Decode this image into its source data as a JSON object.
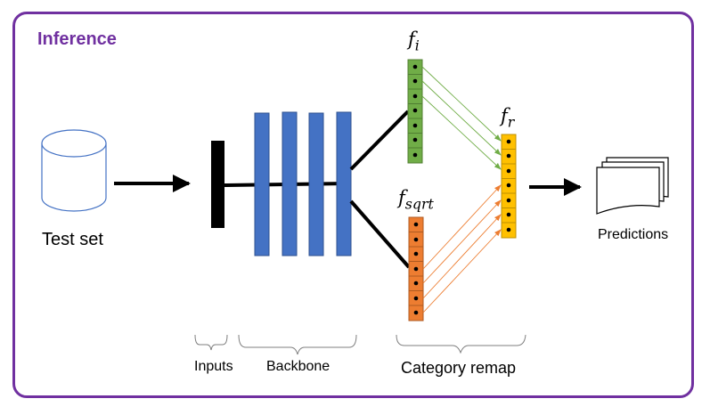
{
  "panel": {
    "title": "Inference",
    "accent_color": "#7030a0"
  },
  "nodes": {
    "test_set": {
      "label": "Test set",
      "icon": "database-cylinder-icon"
    },
    "predictions": {
      "label": "Predictions",
      "icon": "document-stack-icon"
    },
    "f_i": {
      "base": "f",
      "sub": "i",
      "color": "#70ad47"
    },
    "f_sqrt": {
      "base": "f",
      "sub": "sqrt",
      "color": "#ed7d31"
    },
    "f_r": {
      "base": "f",
      "sub": "r",
      "color": "#ffc000"
    },
    "backbone_color": "#4472c4"
  },
  "brackets": {
    "inputs": "Inputs",
    "backbone": "Backbone",
    "category_remap": "Category remap"
  }
}
